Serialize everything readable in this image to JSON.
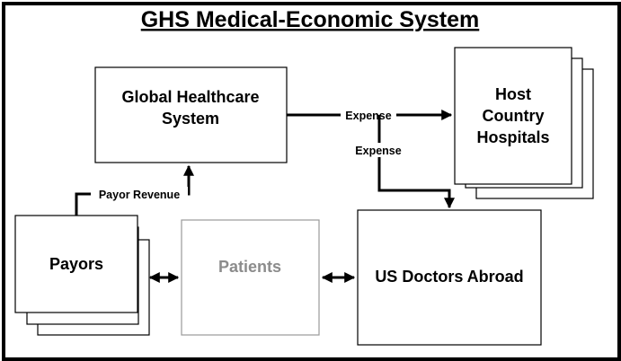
{
  "title": "GHS Medical-Economic System",
  "nodes": {
    "global_healthcare": {
      "line1": "Global Healthcare",
      "line2": "System"
    },
    "host_hospitals": {
      "line1": "Host",
      "line2": "Country",
      "line3": "Hospitals"
    },
    "payors": {
      "label": "Payors"
    },
    "patients": {
      "label": "Patients"
    },
    "us_doctors": {
      "label": "US Doctors Abroad"
    }
  },
  "edges": {
    "payor_revenue": "Payor Revenue",
    "expense_hospitals": "Expense",
    "expense_doctors": "Expense"
  },
  "colors": {
    "border": "#000000",
    "patients_gray": "#8c8c8c",
    "patients_box_gray": "#999999"
  }
}
